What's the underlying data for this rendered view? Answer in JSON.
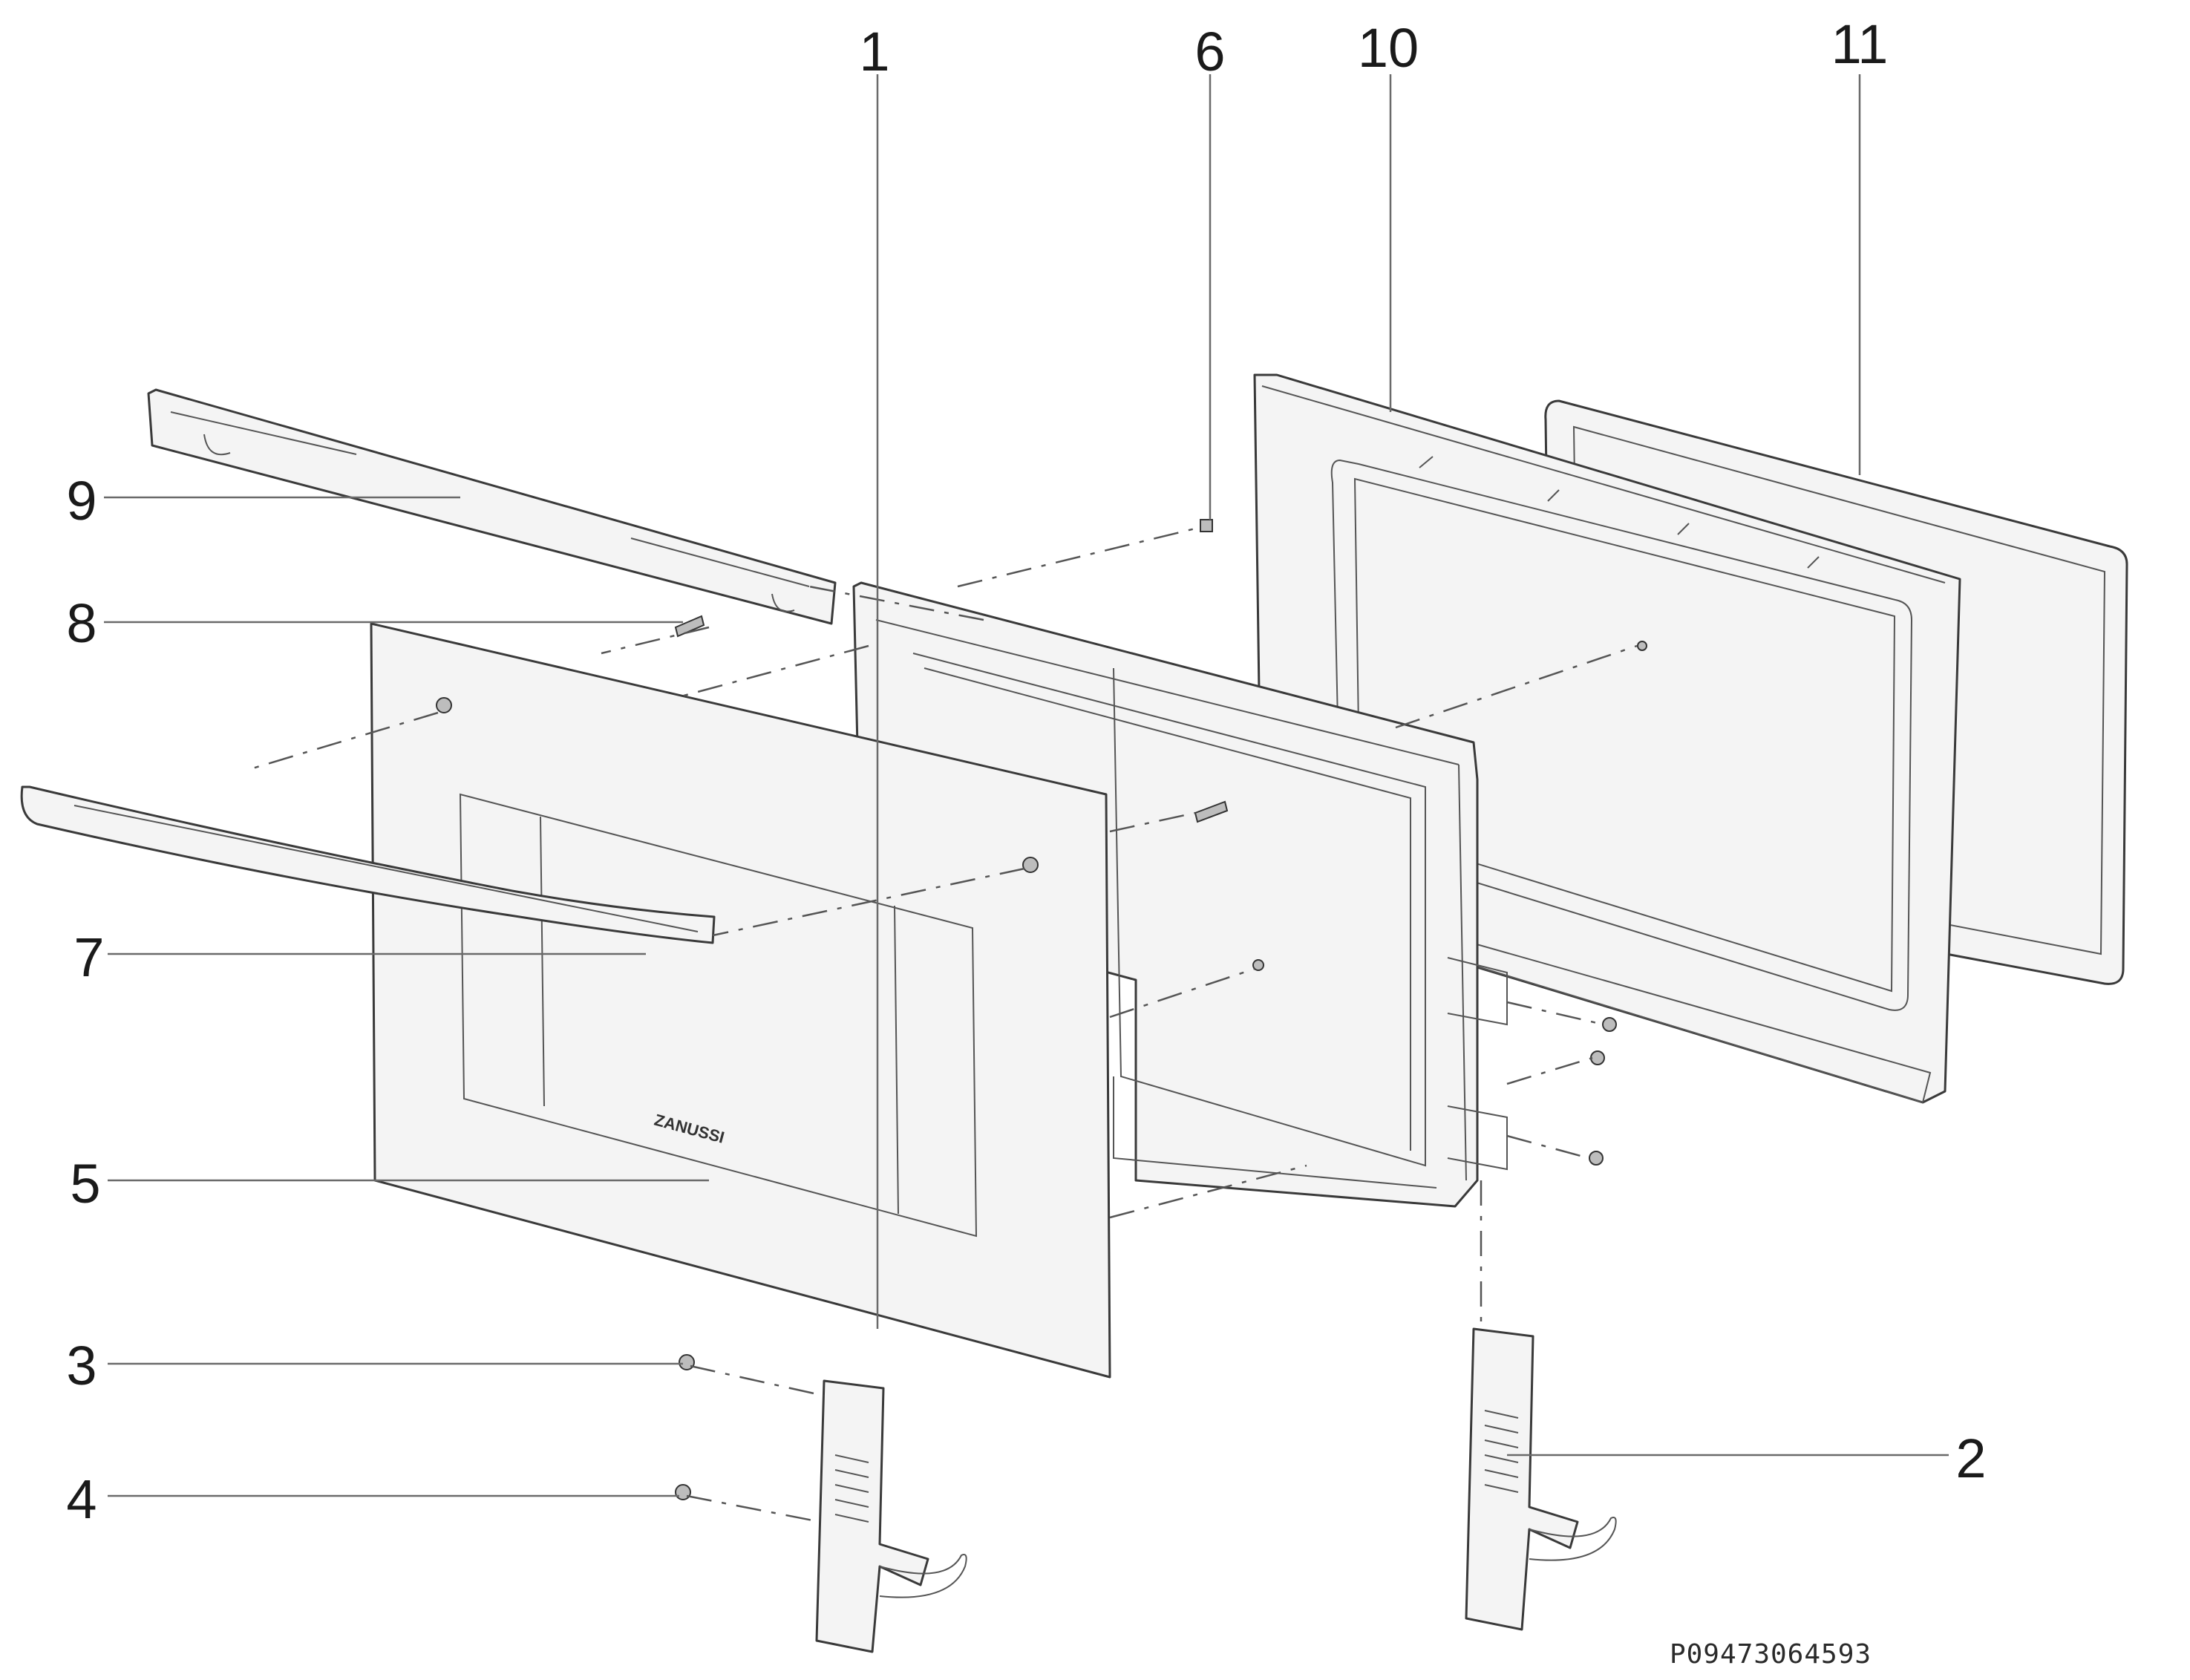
{
  "diagram": {
    "drawing_code": "P09473064593",
    "brand_mark": "ZANUSSI",
    "callouts": [
      {
        "id": "1",
        "label": "1"
      },
      {
        "id": "2",
        "label": "2"
      },
      {
        "id": "3",
        "label": "3"
      },
      {
        "id": "4",
        "label": "4"
      },
      {
        "id": "5",
        "label": "5"
      },
      {
        "id": "6",
        "label": "6"
      },
      {
        "id": "7",
        "label": "7"
      },
      {
        "id": "8",
        "label": "8"
      },
      {
        "id": "9",
        "label": "9"
      },
      {
        "id": "10",
        "label": "10"
      },
      {
        "id": "11",
        "label": "11"
      }
    ]
  }
}
